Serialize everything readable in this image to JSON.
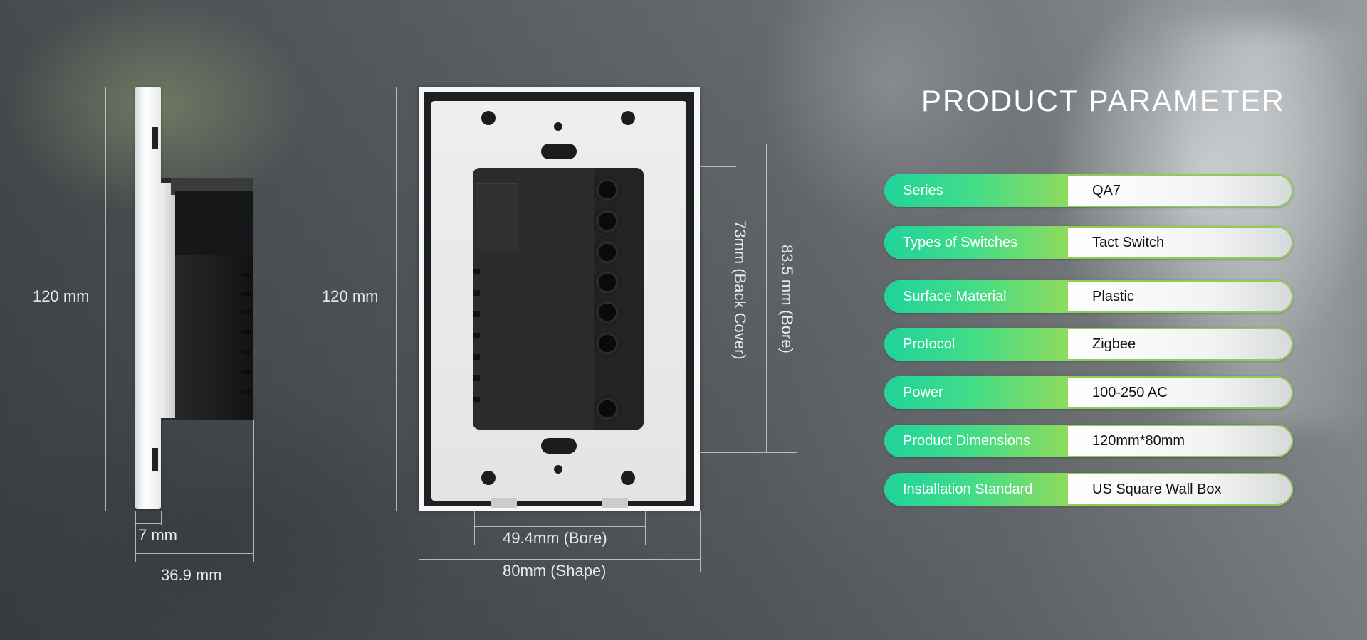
{
  "dimensions": {
    "side_height": "120 mm",
    "front_height": "120 mm",
    "plate_depth": "7 mm",
    "total_depth": "36.9 mm",
    "bore_width": "49.4mm (Bore)",
    "shape_width": "80mm (Shape)",
    "back_cover_height": "73mm (Back Cover)",
    "bore_height": "83.5 mm (Bore)"
  },
  "panel": {
    "title": "PRODUCT PARAMETER",
    "rows": [
      {
        "key": "Series",
        "value": "QA7"
      },
      {
        "key": "Types of Switches",
        "value": "Tact Switch"
      },
      {
        "key": "Surface Material",
        "value": "Plastic"
      },
      {
        "key": "Protocol",
        "value": "Zigbee"
      },
      {
        "key": "Power",
        "value": "100-250 AC"
      },
      {
        "key": "Product Dimensions",
        "value": "120mm*80mm"
      },
      {
        "key": "Installation Standard",
        "value": "US Square Wall Box"
      }
    ]
  },
  "colors": {
    "key_gradient_start": "#1fd39b",
    "key_gradient_end": "#8ddb5c",
    "row_border": "#8ccf4c"
  }
}
